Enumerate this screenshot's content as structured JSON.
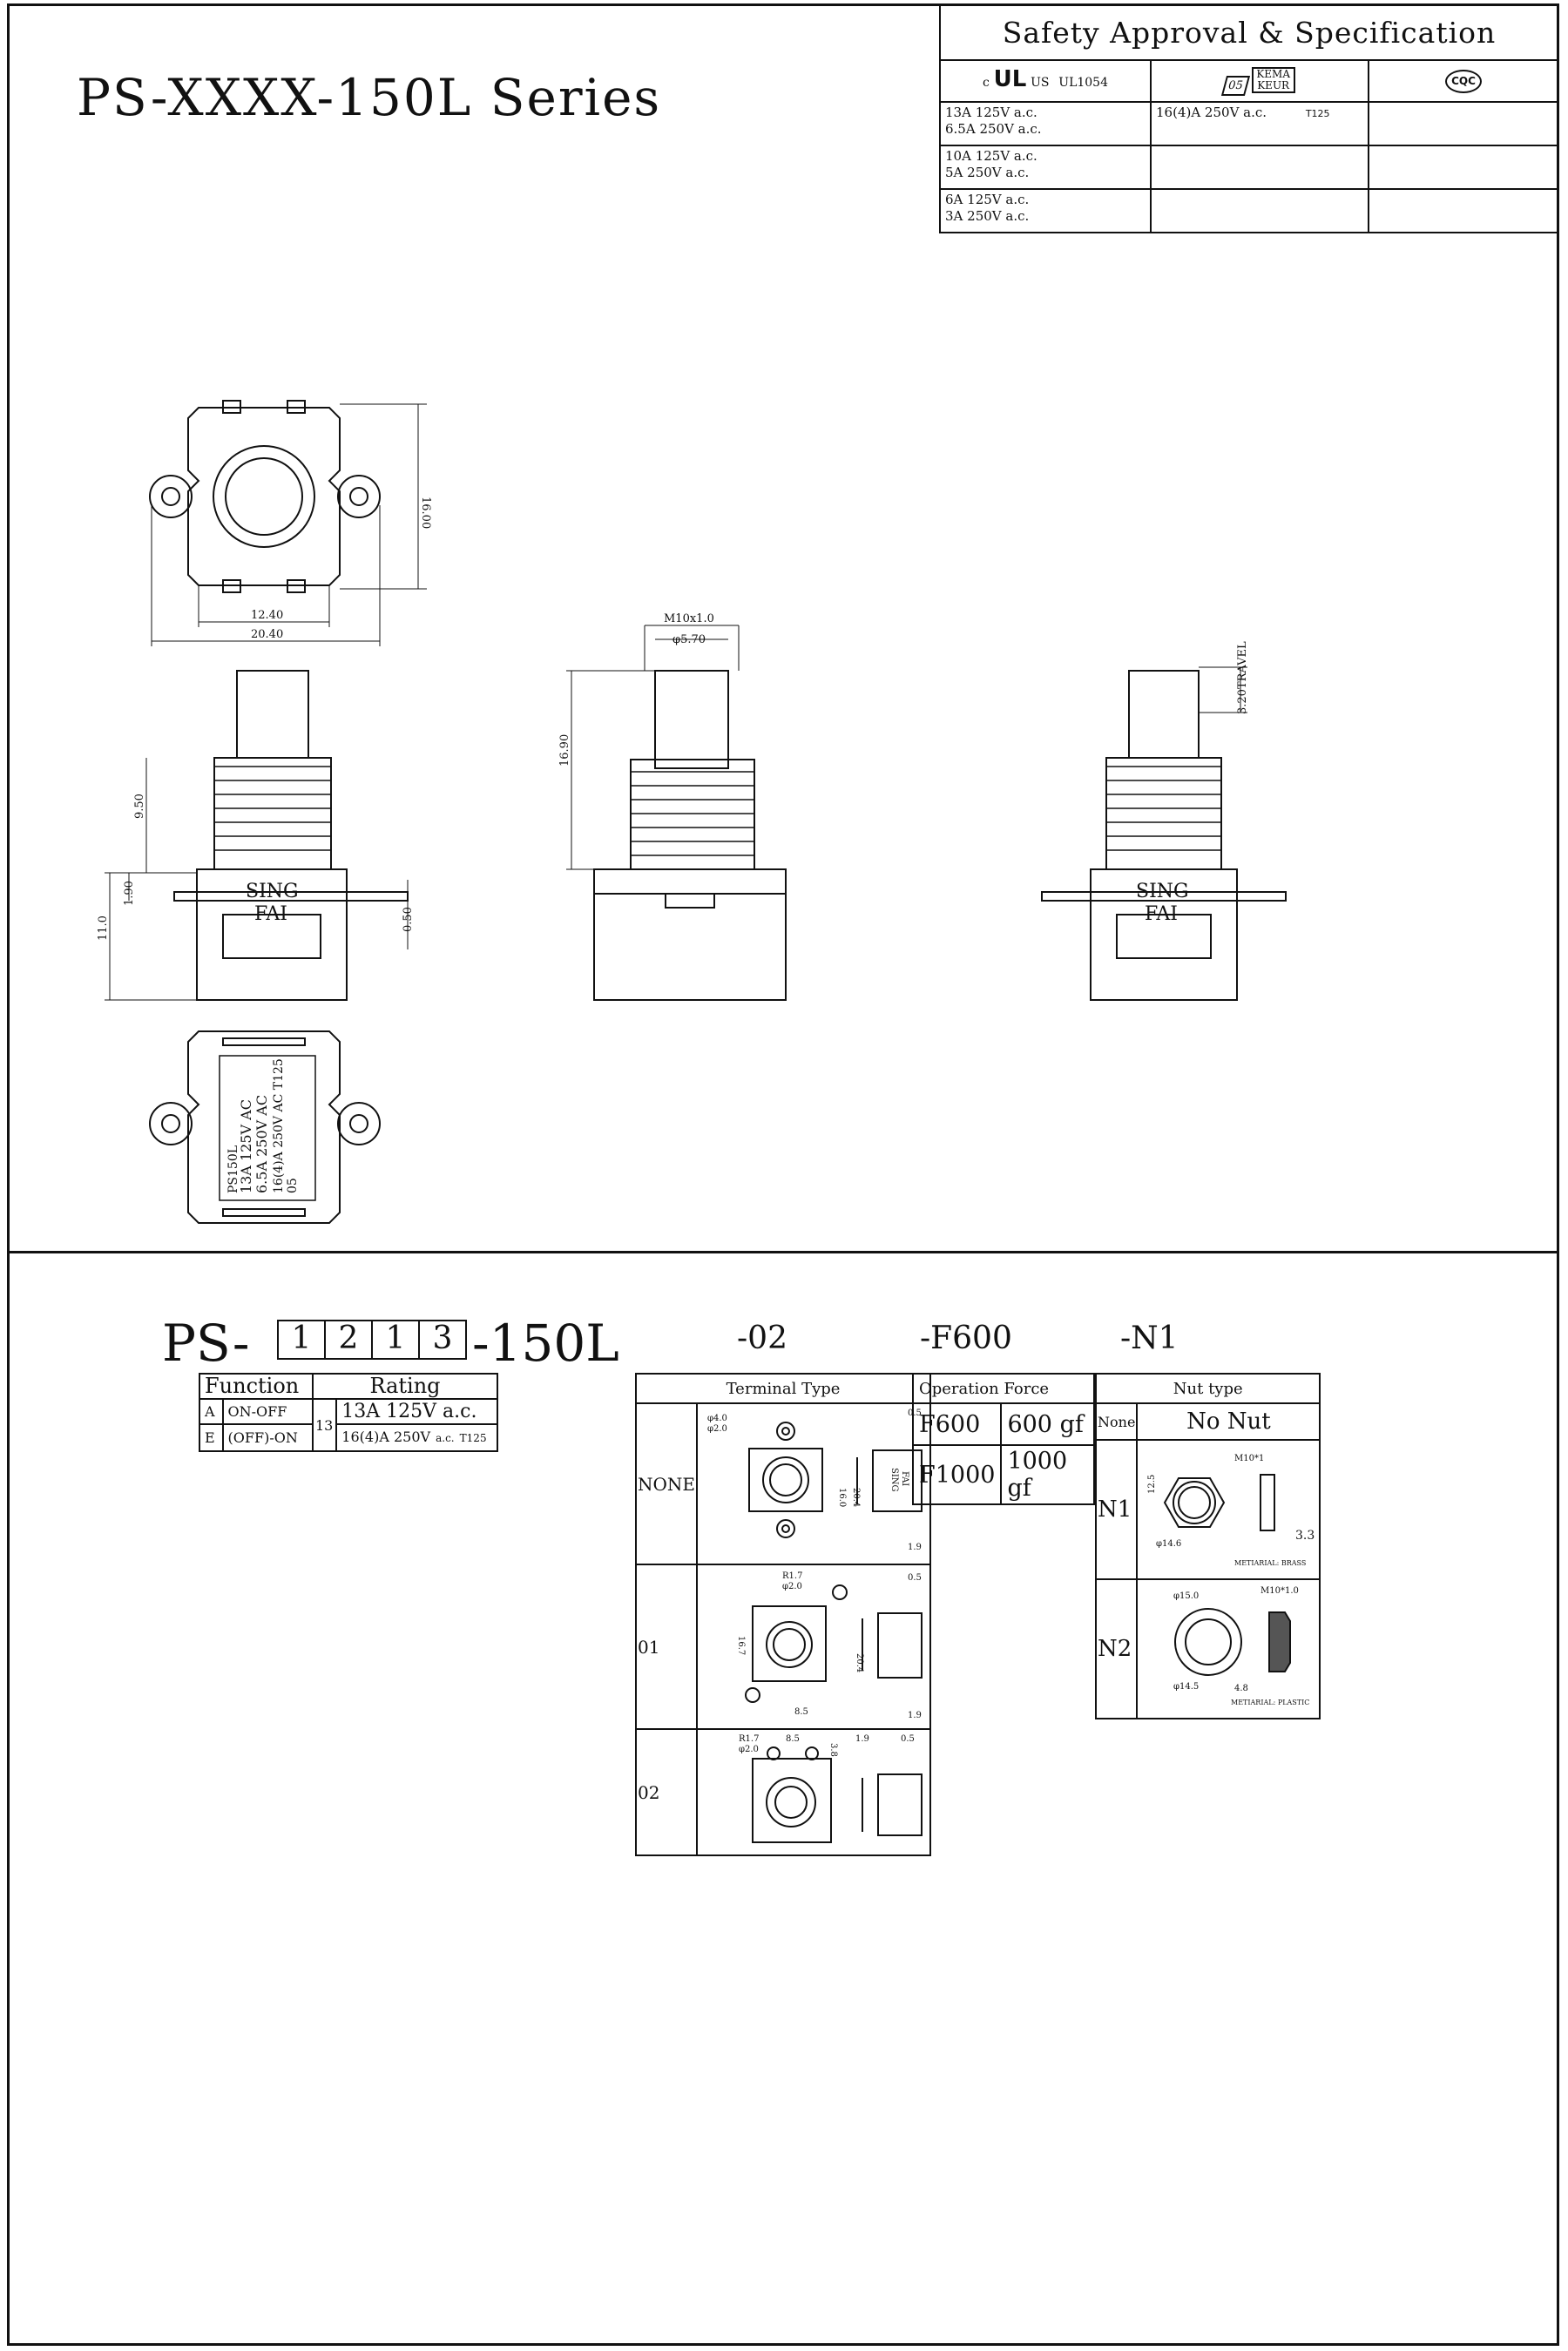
{
  "title": "PS-XXXX-150L Series",
  "spec_table": {
    "heading": "Safety Approval & Specification",
    "ul_logo": "UL",
    "ul_prefix": "c",
    "ul_suffix": "US",
    "ul_file": "UL1054",
    "enec_logo": "05",
    "kema_logo": "KEMA KEUR",
    "cqc_logo": "CQC",
    "rows": [
      {
        "ul": [
          "13A 125V a.c.",
          "6.5A 250V a.c."
        ],
        "enec": "16(4)A 250V a.c.",
        "enec_t": "T125",
        "cqc": ""
      },
      {
        "ul": [
          "10A 125V a.c.",
          "5A 250V a.c."
        ],
        "enec": "",
        "enec_t": "",
        "cqc": ""
      },
      {
        "ul": [
          "6A 125V a.c.",
          "3A 250V a.c."
        ],
        "enec": "",
        "enec_t": "",
        "cqc": ""
      }
    ]
  },
  "drawing": {
    "dims": {
      "d1600": "16.00",
      "d1240": "12.40",
      "d2040": "20.40",
      "m10": "M10x1.0",
      "d570": "φ5.70",
      "d1690": "16.90",
      "d950": "9.50",
      "d190": "1.90",
      "d110": "11.0",
      "d050": "0.50",
      "travel": "3.20TRAVEL"
    },
    "body_text": [
      "SING",
      "FAI"
    ],
    "label": {
      "line1": "PS150L",
      "line2": "13A 125V AC",
      "line3": "6.5A 250V AC",
      "line4": "16(4)A 250V AC T125",
      "logo": "05"
    }
  },
  "part_number": {
    "prefix": "PS-",
    "digits": [
      "1",
      "2",
      "1",
      "3"
    ],
    "suffix": "-150L",
    "opt_terminal": "-02",
    "opt_force": "-F600",
    "opt_nut": "-N1"
  },
  "function_table": {
    "col1": "Function",
    "col2": "Rating",
    "rows": [
      {
        "code": "A",
        "function": "ON-OFF"
      },
      {
        "code": "E",
        "function": "(OFF)-ON"
      }
    ],
    "rating_code": "13",
    "rating1": "13A  125V  a.c.",
    "rating2": "16(4)A 250V",
    "rating2_unit": "a.c.",
    "rating2_t": "T125"
  },
  "terminal_table": {
    "header": "Terminal Type",
    "rows": [
      {
        "label": "NONE",
        "dims": [
          "φ4.0",
          "φ2.0",
          "0.5",
          "16.0",
          "20.4",
          "1.9"
        ]
      },
      {
        "label": "01",
        "dims": [
          "R1.7",
          "φ2.0",
          "0.5",
          "16.7",
          "20.4",
          "8.5",
          "1.9"
        ]
      },
      {
        "label": "02",
        "dims": [
          "R1.7",
          "φ2.0",
          "8.5",
          "3.8",
          "1.9",
          "0.5"
        ]
      }
    ],
    "body_text": [
      "SING",
      "FAI"
    ]
  },
  "force_table": {
    "header": "Operation Force",
    "rows": [
      {
        "code": "F600",
        "value": "600  gf"
      },
      {
        "code": "F1000",
        "value": "1000  gf"
      }
    ]
  },
  "nut_table": {
    "header": "Nut type",
    "rows": [
      {
        "code": "None",
        "desc": "No Nut"
      },
      {
        "code": "N1",
        "dims": [
          "M10*1",
          "12.5",
          "φ14.6",
          "3.3"
        ],
        "material": "METIARIAL: BRASS"
      },
      {
        "code": "N2",
        "dims": [
          "φ15.0",
          "M10*1.0",
          "φ14.5",
          "4.8"
        ],
        "material": "METIARIAL: PLASTIC"
      }
    ]
  }
}
